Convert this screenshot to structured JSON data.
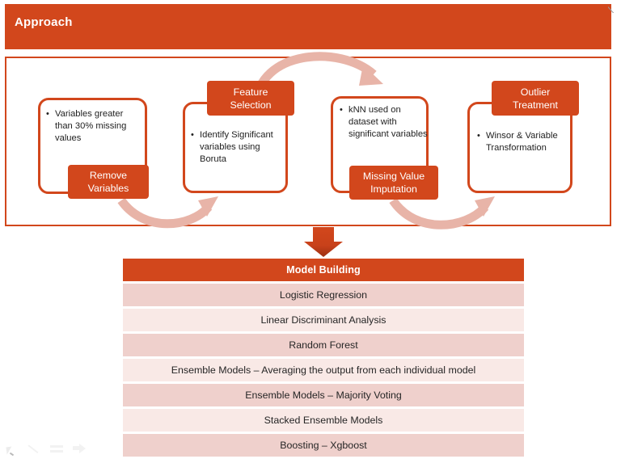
{
  "header": {
    "title": "Approach",
    "banner_color": "#D2471C"
  },
  "process": {
    "border_color": "#D2471C",
    "steps": [
      {
        "label": "Remove\nVariables",
        "label_position": "bottom",
        "bullets": [
          "Variables greater than 30% missing values"
        ],
        "bullet_char": "•"
      },
      {
        "label": "Feature\nSelection",
        "label_position": "top",
        "bullets": [
          "Identify Significant variables using Boruta"
        ],
        "bullet_char": "•"
      },
      {
        "label": "Missing Value\nImputation",
        "label_position": "bottom",
        "bullets": [
          "kNN used on dataset with significant variables"
        ],
        "bullet_char": "•"
      },
      {
        "label": "Outlier\nTreatment",
        "label_position": "top",
        "bullets": [
          "Winsor & Variable Transformation"
        ],
        "bullet_char": "•"
      }
    ],
    "arrow_color": "#E8B4A8",
    "down_arrow_color": "#D2471C"
  },
  "model_table": {
    "header": "Model Building",
    "header_color": "#D2471C",
    "row_color_dark": "#EFD0CC",
    "row_color_light": "#F9E9E6",
    "rows": [
      "Logistic Regression",
      "Linear Discriminant Analysis",
      "Random Forest",
      "Ensemble Models – Averaging the output from each individual model",
      "Ensemble Models – Majority Voting",
      "Stacked Ensemble Models",
      "Boosting – Xgboost"
    ]
  },
  "mini_toolbar": {
    "icons": [
      "cursor-icon",
      "pen-icon",
      "menu-lines-icon",
      "arrow-right-icon"
    ]
  }
}
